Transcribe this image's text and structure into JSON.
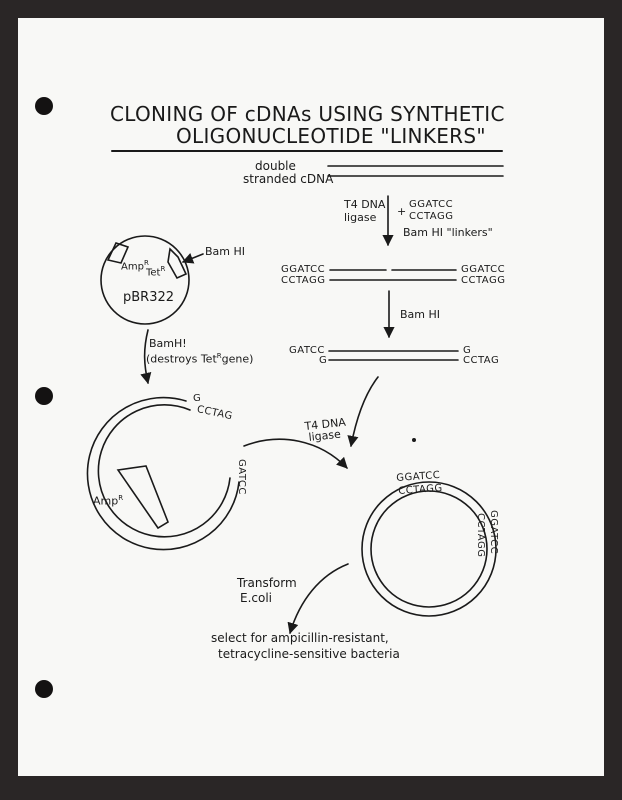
{
  "title": {
    "line1": "CLONING OF cDNAs USING SYNTHETIC",
    "line2": "OLIGONUCLEOTIDE \"LINKERS\""
  },
  "labels": {
    "double": "double",
    "stranded_cdna": "stranded cDNA",
    "t4_dna_1": "T4 DNA",
    "ligase_1": "ligase",
    "plus": "+",
    "linker_top": "GGATCC",
    "linker_bottom": "CCTAGG",
    "bamhi_linkers": "Bam HI \"linkers\"",
    "bamhi_plasmid": "Bam HI",
    "amp_r": "Amp",
    "amp_sup": "R",
    "tet_r": "Tet",
    "tet_sup": "R",
    "pbr322": "pBR322",
    "bamhi_cut": "BamH!",
    "destroys_a": "(destroys Tet",
    "destroys_sup": "R",
    "destroys_b": "gene)",
    "step2_left_top": "GGATCC",
    "step2_left_bottom": "CCTAGG",
    "step2_right_top": "GGATCC",
    "step2_right_bottom": "CCTAGG",
    "bamhi_digest": "Bam HI",
    "step3_left_top": "GATCC",
    "step3_left_bottom": "G",
    "step3_right_top": "G",
    "step3_right_bottom": "CCTAG",
    "vec_g": "G",
    "vec_cctag": "CCTAG",
    "vec_gatcc": "GATCC",
    "vec_amp": "Amp",
    "vec_amp_sup": "R",
    "t4_dna_2": "T4 DNA",
    "ligase_2": "ligase",
    "rec_ggatcc": "GGATCC",
    "rec_cctagg": "CCTAGG",
    "rec_right_a": "CCTAGG",
    "rec_right_b": "GGATCC",
    "transform": "Transform",
    "ecoli": "E.coli",
    "select_1": "select for ampicillin-resistant,",
    "select_2": "tetracycline-sensitive bacteria"
  }
}
